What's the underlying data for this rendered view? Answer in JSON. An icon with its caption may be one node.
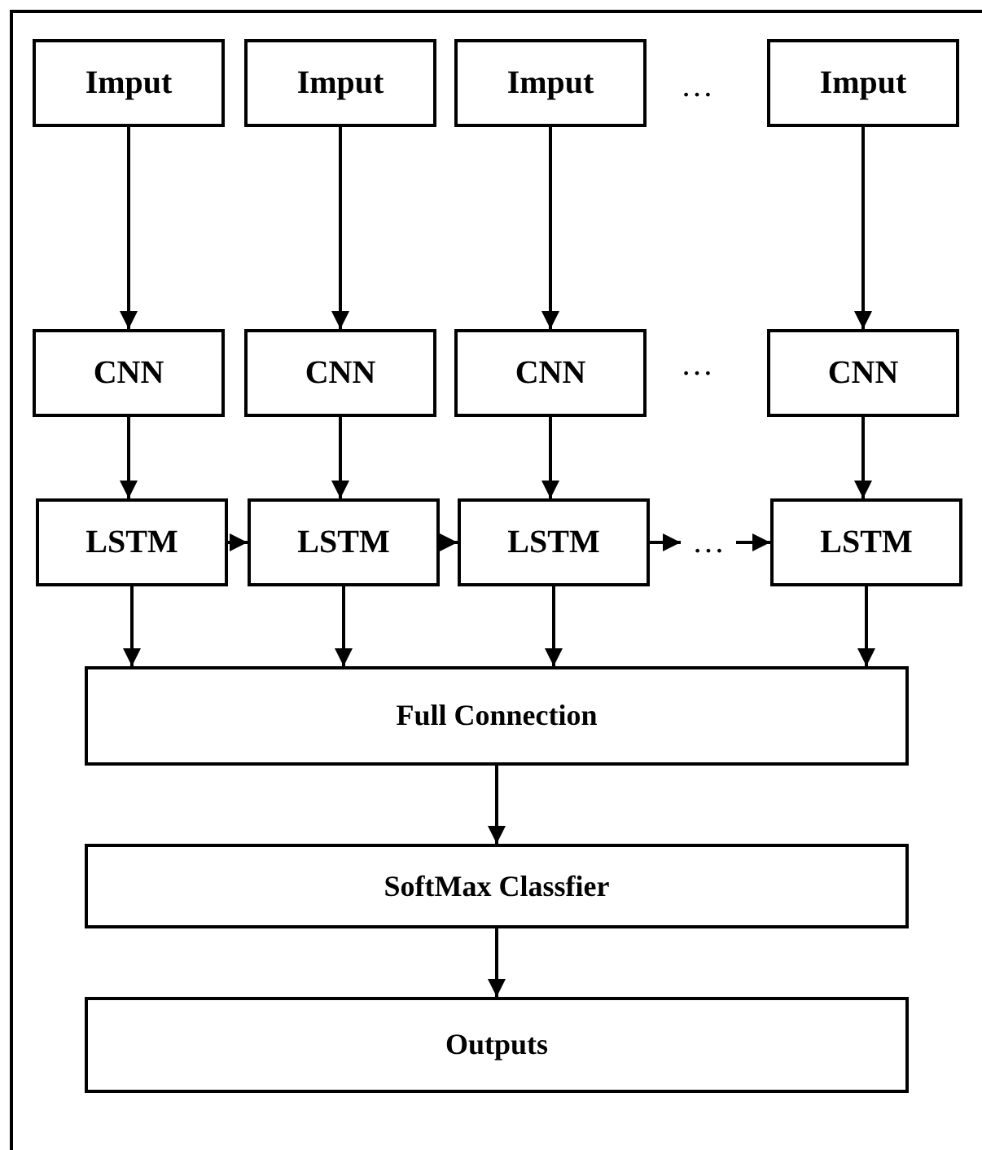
{
  "diagram": {
    "nodes": [
      {
        "text": [
          "Imput"
        ]
      },
      {
        "text": [
          "Imput"
        ]
      },
      {
        "text": [
          "Imput"
        ]
      },
      {
        "text": [
          "Imput"
        ]
      },
      {
        "text": [
          "CNN"
        ]
      },
      {
        "text": [
          "CNN"
        ]
      },
      {
        "text": [
          "CNN"
        ]
      },
      {
        "text": [
          "CNN"
        ]
      },
      {
        "text": [
          "LSTM"
        ]
      },
      {
        "text": [
          "LSTM"
        ]
      },
      {
        "text": [
          "LSTM"
        ]
      },
      {
        "text": [
          "…"
        ]
      },
      {
        "text": [
          "LSTM"
        ]
      },
      {
        "text": [
          "Full Connection"
        ]
      },
      {
        "text": [
          "SoftMax Classfier"
        ]
      },
      {
        "text": [
          "Outputs"
        ]
      }
    ],
    "edges": [
      {
        "from": 0,
        "to": 4,
        "arrow": "to"
      },
      {
        "from": 1,
        "to": 5,
        "arrow": "to"
      },
      {
        "from": 2,
        "to": 6,
        "arrow": "to"
      },
      {
        "from": 3,
        "to": 7,
        "arrow": "to"
      },
      {
        "from": 4,
        "to": 8,
        "arrow": "to"
      },
      {
        "from": 5,
        "to": 9,
        "arrow": "to"
      },
      {
        "from": 6,
        "to": 10,
        "arrow": "to"
      },
      {
        "from": 7,
        "to": 12,
        "arrow": "to"
      },
      {
        "from": 8,
        "to": 9,
        "arrow": "to"
      },
      {
        "from": 9,
        "to": 10,
        "arrow": "to"
      },
      {
        "from": 10,
        "to": 11,
        "arrow": "to"
      },
      {
        "from": 11,
        "to": 12,
        "arrow": "to"
      },
      {
        "from": 8,
        "to": 13,
        "arrow": "to"
      },
      {
        "from": 9,
        "to": 13,
        "arrow": "to"
      },
      {
        "from": 10,
        "to": 13,
        "arrow": "to"
      },
      {
        "from": 12,
        "to": 13,
        "arrow": "to"
      },
      {
        "from": 13,
        "to": 14,
        "arrow": "to"
      },
      {
        "from": 14,
        "to": 15,
        "arrow": "to"
      }
    ],
    "labels": [
      "…",
      "…"
    ]
  }
}
